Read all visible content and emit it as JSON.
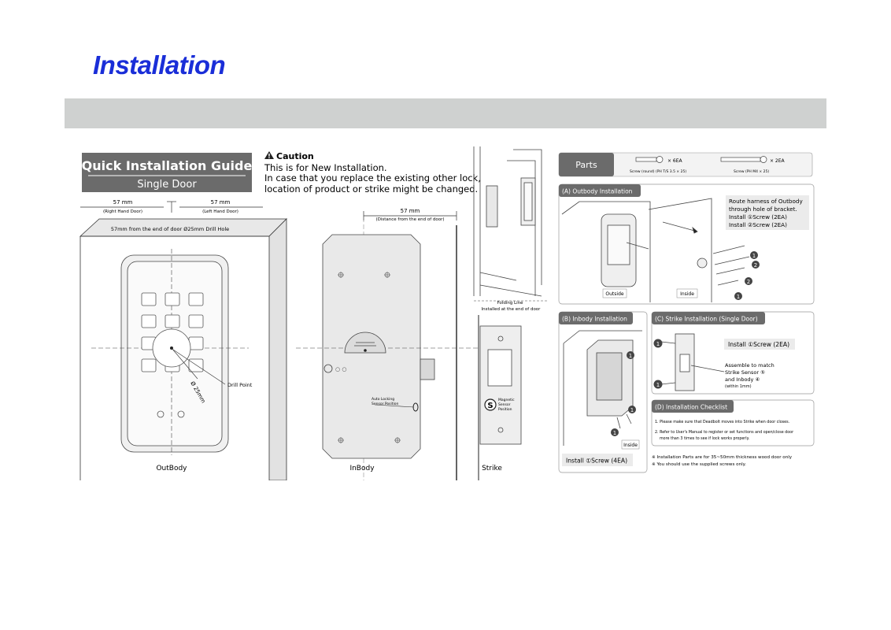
{
  "page": {
    "title": "Installation"
  },
  "quick_guide": {
    "title": "Quick Installation Guide",
    "subtitle": "Single Door"
  },
  "caution": {
    "label": "Caution",
    "line1": "This is for New Installation.",
    "line2": "In case that you replace the existing other lock,",
    "line3": "location of product or strike might be changed."
  },
  "outbody": {
    "dim_left": "57 mm",
    "dim_left_sub": "(Right Hand Door)",
    "dim_right": "57 mm",
    "dim_right_sub": "(Left Hand Door)",
    "hole_note": "57mm from the end of door Ø25mm Drill Hole",
    "diameter": "Ø 25mm",
    "drill_point": "Drill Point",
    "label": "OutBody"
  },
  "inbody": {
    "dim": "57 mm",
    "dim_sub": "(Distance from the end of door)",
    "sensor_line1": "Auto Locking",
    "sensor_line2": "Sensor Position",
    "label": "InBody"
  },
  "strike": {
    "folding_line": "Folding Line",
    "installed_note": "Installed at the end of door",
    "magnet_line1": "Magnetic",
    "magnet_line2": "Sensor",
    "magnet_line3": "Position",
    "label": "Strike"
  },
  "parts": {
    "title": "Parts",
    "item1_qty": "× 6EA",
    "item1_name": "Screw (round) (PH T/S 3.5 × 25)",
    "item2_qty": "× 2EA",
    "item2_name": "Screw (PH M4 × 25)"
  },
  "section_a": {
    "title": "(A) Outbody Installation",
    "note1": "Route harness of Outbody",
    "note2": "through hole of bracket.",
    "note3": "Install ①Screw (2EA)",
    "note4": "Install ②Screw (2EA)",
    "outside": "Outside",
    "inside": "Inside"
  },
  "section_b": {
    "title": "(B) Inbody Installation",
    "inside": "Inside",
    "install": "Install ①Screw (4EA)"
  },
  "section_c": {
    "title": "(C) Strike Installation (Single Door)",
    "install": "Install ①Screw (2EA)",
    "note1": "Assemble to match",
    "note2": "Strike Sensor ⑤",
    "note3": "and Inbody ④",
    "note4": "(within 1mm)"
  },
  "section_d": {
    "title": "(D) Installation Checklist",
    "item1": "1. Please make sure that Deadbolt moves into Strike when door closes.",
    "item2a": "2. Refer to User's Manual to register or set functions and open/close door",
    "item2b": "more than 3 times to see if lock works properly."
  },
  "notes": {
    "n1": "※ Installation Parts are for 35~50mm thickness wood door only",
    "n2": "※ You should use the supplied screws only."
  }
}
